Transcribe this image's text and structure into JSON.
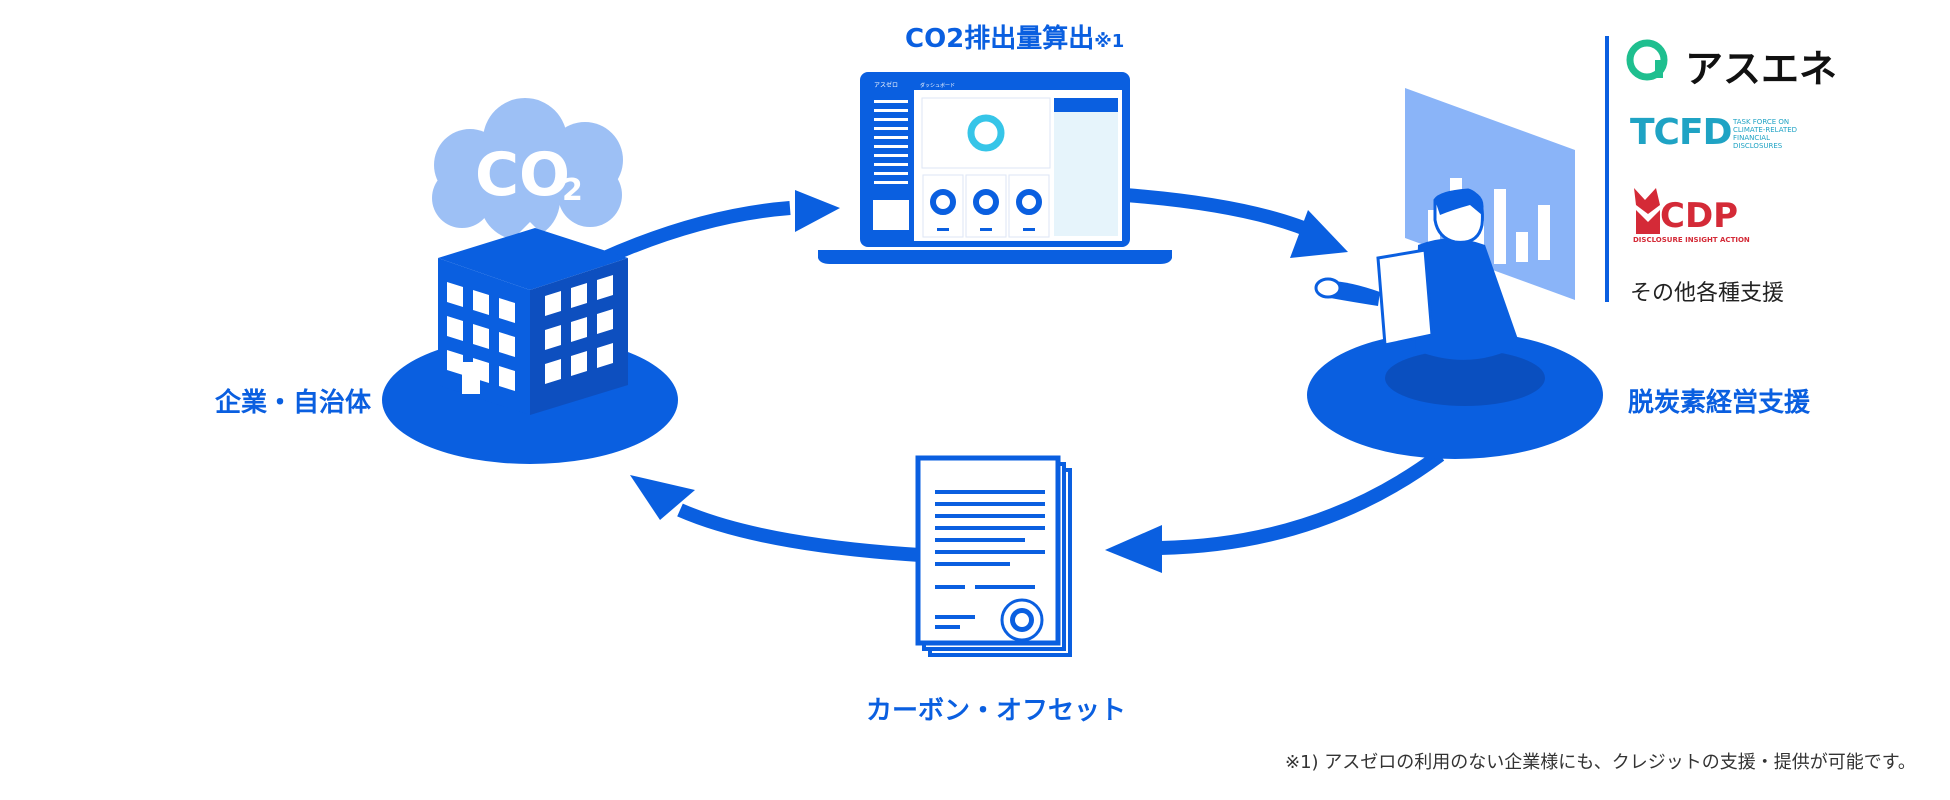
{
  "labels": {
    "co2_calc": "CO2排出量算出",
    "co2_calc_note": "※1",
    "company": "企業・自治体",
    "decarb": "脱炭素経営支援",
    "offset": "カーボン・オフセット",
    "co2_cloud": "CO",
    "co2_sub": "2"
  },
  "partners": {
    "asuene": "アスエネ",
    "tcfd": "TCFD",
    "tcfd_sub": [
      "TASK FORCE ON",
      "CLIMATE-RELATED",
      "FINANCIAL",
      "DISCLOSURES"
    ],
    "cdp": "CDP",
    "cdp_sub": "DISCLOSURE INSIGHT ACTION",
    "other": "その他各種支援"
  },
  "laptop": {
    "brand": "アスゼロ",
    "header": "ダッシュボード"
  },
  "footnote": "※1) アスゼロの利用のない企業様にも、クレジットの支援・提供が可能です。",
  "colors": {
    "primary": "#0a5fe0",
    "light": "#8ab4f8",
    "cloud": "#9dc0f5",
    "cdp_red": "#d42a37",
    "tcfd_teal": "#1fa3c4"
  }
}
